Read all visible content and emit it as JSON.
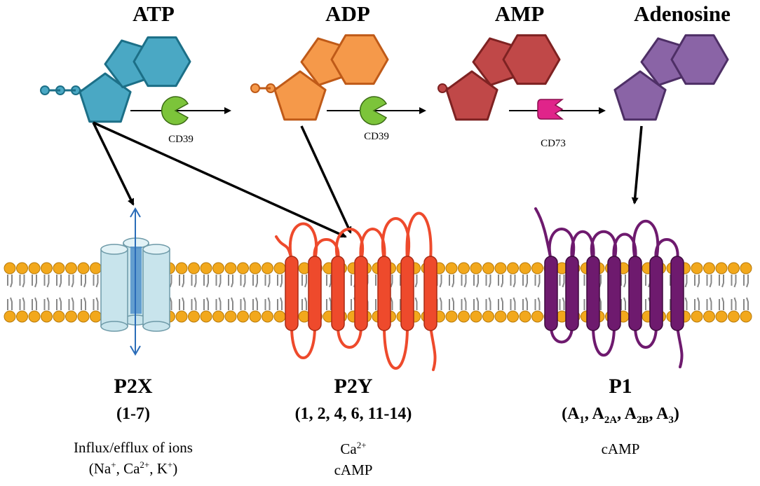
{
  "molecules": [
    {
      "name": "ATP",
      "color": "#4aa8c4",
      "stroke": "#1c6f87"
    },
    {
      "name": "ADP",
      "color": "#f5994a",
      "stroke": "#bf5a18"
    },
    {
      "name": "AMP",
      "color": "#c04848",
      "stroke": "#7e2222"
    },
    {
      "name": "Adenosine",
      "color": "#8a64a6",
      "stroke": "#4e2f66"
    }
  ],
  "enzymes": [
    {
      "label": "CD39",
      "color": "#7cc43a"
    },
    {
      "label": "CD39",
      "color": "#7cc43a"
    },
    {
      "label": "CD73",
      "color": "#e0248a"
    }
  ],
  "receptors": [
    {
      "name": "P2X",
      "subtypes": "(1-7)",
      "line1": "Influx/efflux of ions",
      "line2_html": "(Na<sup>+</sup>, Ca<sup>2+</sup>, K<sup>+</sup>)",
      "color": "#c8e4ec"
    },
    {
      "name": "P2Y",
      "subtypes": "(1, 2, 4, 6, 11-14)",
      "line1_html": "Ca<sup>2+</sup>",
      "line2": "cAMP",
      "color": "#ee4a2c"
    },
    {
      "name": "P1",
      "subtypes_html": "(A<sub>1</sub>, A<sub>2A</sub>, A<sub>2B</sub>, A<sub>3</sub>)",
      "line1": "cAMP",
      "color": "#6e1a6e"
    }
  ],
  "membrane": {
    "head_color": "#f2a81c",
    "tail_color": "#888888"
  }
}
